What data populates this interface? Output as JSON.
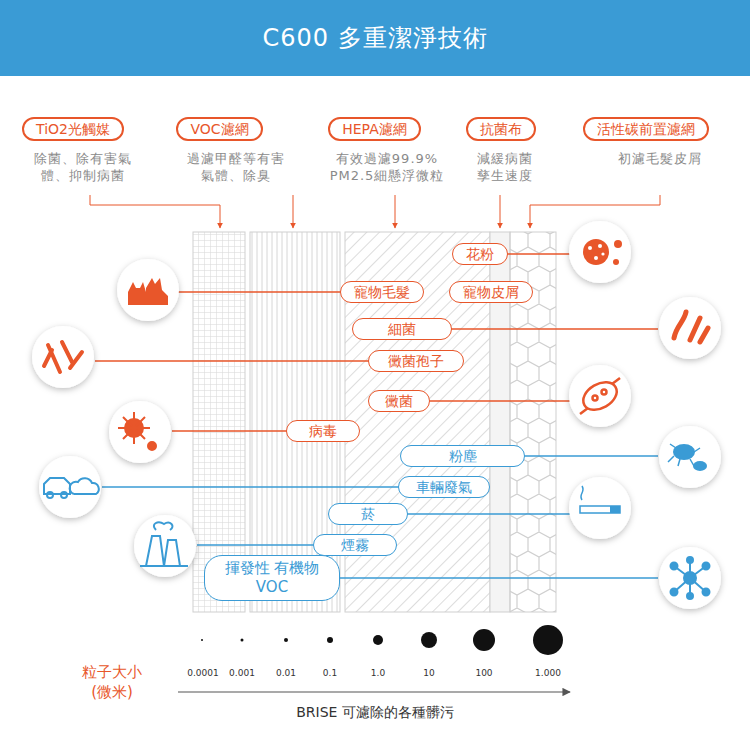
{
  "diagram": {
    "title": "C600 多重潔淨技術",
    "nodes": [
      {
        "text": [
          "TiO2光觸媒"
        ]
      },
      {
        "text": [
          "VOC濾網"
        ]
      },
      {
        "text": [
          "HEPA濾網"
        ]
      },
      {
        "text": [
          "抗菌布"
        ]
      },
      {
        "text": [
          "活性碳前置濾網"
        ]
      },
      {
        "text": [
          "花粉"
        ]
      },
      {
        "text": [
          "寵物毛髮"
        ]
      },
      {
        "text": [
          "寵物皮屑"
        ]
      },
      {
        "text": [
          "細菌"
        ]
      },
      {
        "text": [
          "黴菌孢子"
        ]
      },
      {
        "text": [
          "黴菌"
        ]
      },
      {
        "text": [
          "病毒"
        ]
      },
      {
        "text": [
          "粉塵"
        ]
      },
      {
        "text": [
          "車輛廢氣"
        ]
      },
      {
        "text": [
          "菸"
        ]
      },
      {
        "text": [
          "煙霧"
        ]
      },
      {
        "text": [
          "揮發性 有機物VOC"
        ]
      }
    ],
    "labels": [
      "除菌、除有害氣 體、抑制病菌",
      "過濾甲醛等有害 氣體、除臭",
      "有效過濾99.9% PM2.5細懸浮微粒",
      "減緩病菌 孳生速度",
      "初濾毛髮皮屑",
      "0.0001",
      "0.001",
      "0.01",
      "0.1",
      "1.0",
      "10",
      "100",
      "1.000",
      "粒子大小 (微米)",
      "BRISE 可濾除的各種髒污"
    ]
  }
}
